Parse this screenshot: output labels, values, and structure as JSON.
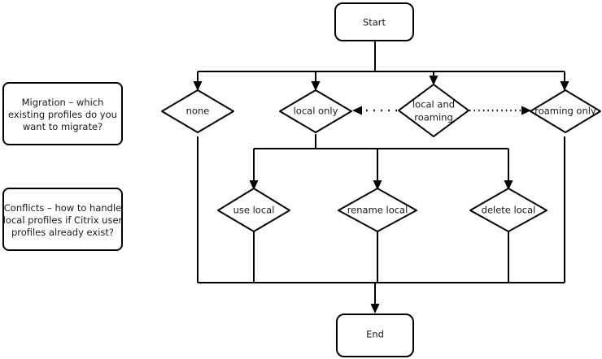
{
  "diagram": {
    "title": "Citrix profile migration decision flowchart",
    "background_color": "#ffffff",
    "line_color": "#000000",
    "text_color": "#1a1a1a",
    "notes": [
      {
        "id": "note-migration",
        "lines": [
          "Migration – which",
          "existing profiles do you",
          "want to migrate?"
        ]
      },
      {
        "id": "note-conflicts",
        "lines": [
          "Conflicts – how to handle",
          "local profiles if Citrix user",
          "profiles already exist?"
        ]
      }
    ],
    "terminators": {
      "start": "Start",
      "end": "End"
    },
    "migration_options": [
      {
        "id": "none",
        "lines": [
          "none"
        ]
      },
      {
        "id": "local-only",
        "lines": [
          "local only"
        ]
      },
      {
        "id": "local-and-roaming",
        "lines": [
          "local and",
          "roaming"
        ]
      },
      {
        "id": "roaming-only",
        "lines": [
          "roaming only"
        ]
      }
    ],
    "conflict_options": [
      {
        "id": "use-local",
        "lines": [
          "use local"
        ]
      },
      {
        "id": "rename-local",
        "lines": [
          "rename local"
        ]
      },
      {
        "id": "delete-local",
        "lines": [
          "delete local"
        ]
      }
    ]
  }
}
